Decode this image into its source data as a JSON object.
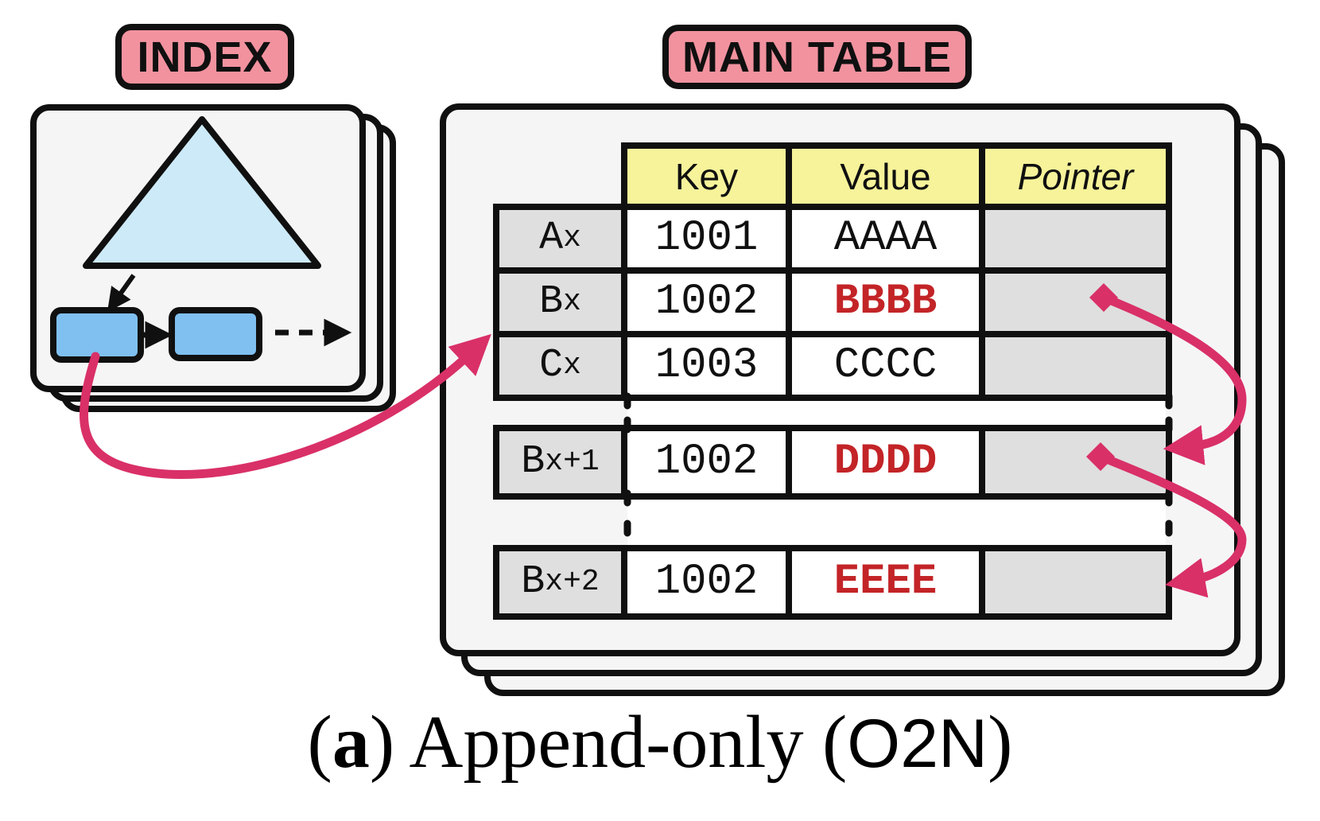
{
  "labels": {
    "index": "INDEX",
    "main_table": "MAIN TABLE"
  },
  "main_table": {
    "columns": [
      "Key",
      "Value",
      "Pointer"
    ],
    "rows": [
      {
        "name": "A",
        "sub": "x",
        "key": "1001",
        "value": "AAAA",
        "emphasis": false
      },
      {
        "name": "B",
        "sub": "x",
        "key": "1002",
        "value": "BBBB",
        "emphasis": true
      },
      {
        "name": "C",
        "sub": "x",
        "key": "1003",
        "value": "CCCC",
        "emphasis": false
      },
      {
        "name": "B",
        "sub": "x+1",
        "key": "1002",
        "value": "DDDD",
        "emphasis": true
      },
      {
        "name": "B",
        "sub": "x+2",
        "key": "1002",
        "value": "EEEE",
        "emphasis": true
      }
    ]
  },
  "caption": {
    "p1": "(",
    "p2": "a",
    "p3": ") Append-only (",
    "p4": "O2N",
    "p5": ")"
  },
  "colors": {
    "accent_pink": "#f2929f",
    "arrow_pink": "#d93068",
    "header_yellow": "#f6f39a",
    "cell_gray": "#dfdfdf",
    "card_bg": "#f5f5f6",
    "version_red": "#c32427",
    "node_blue": "#7fc0f1",
    "tree_blue": "#cdeaf8",
    "ink": "#101010"
  }
}
